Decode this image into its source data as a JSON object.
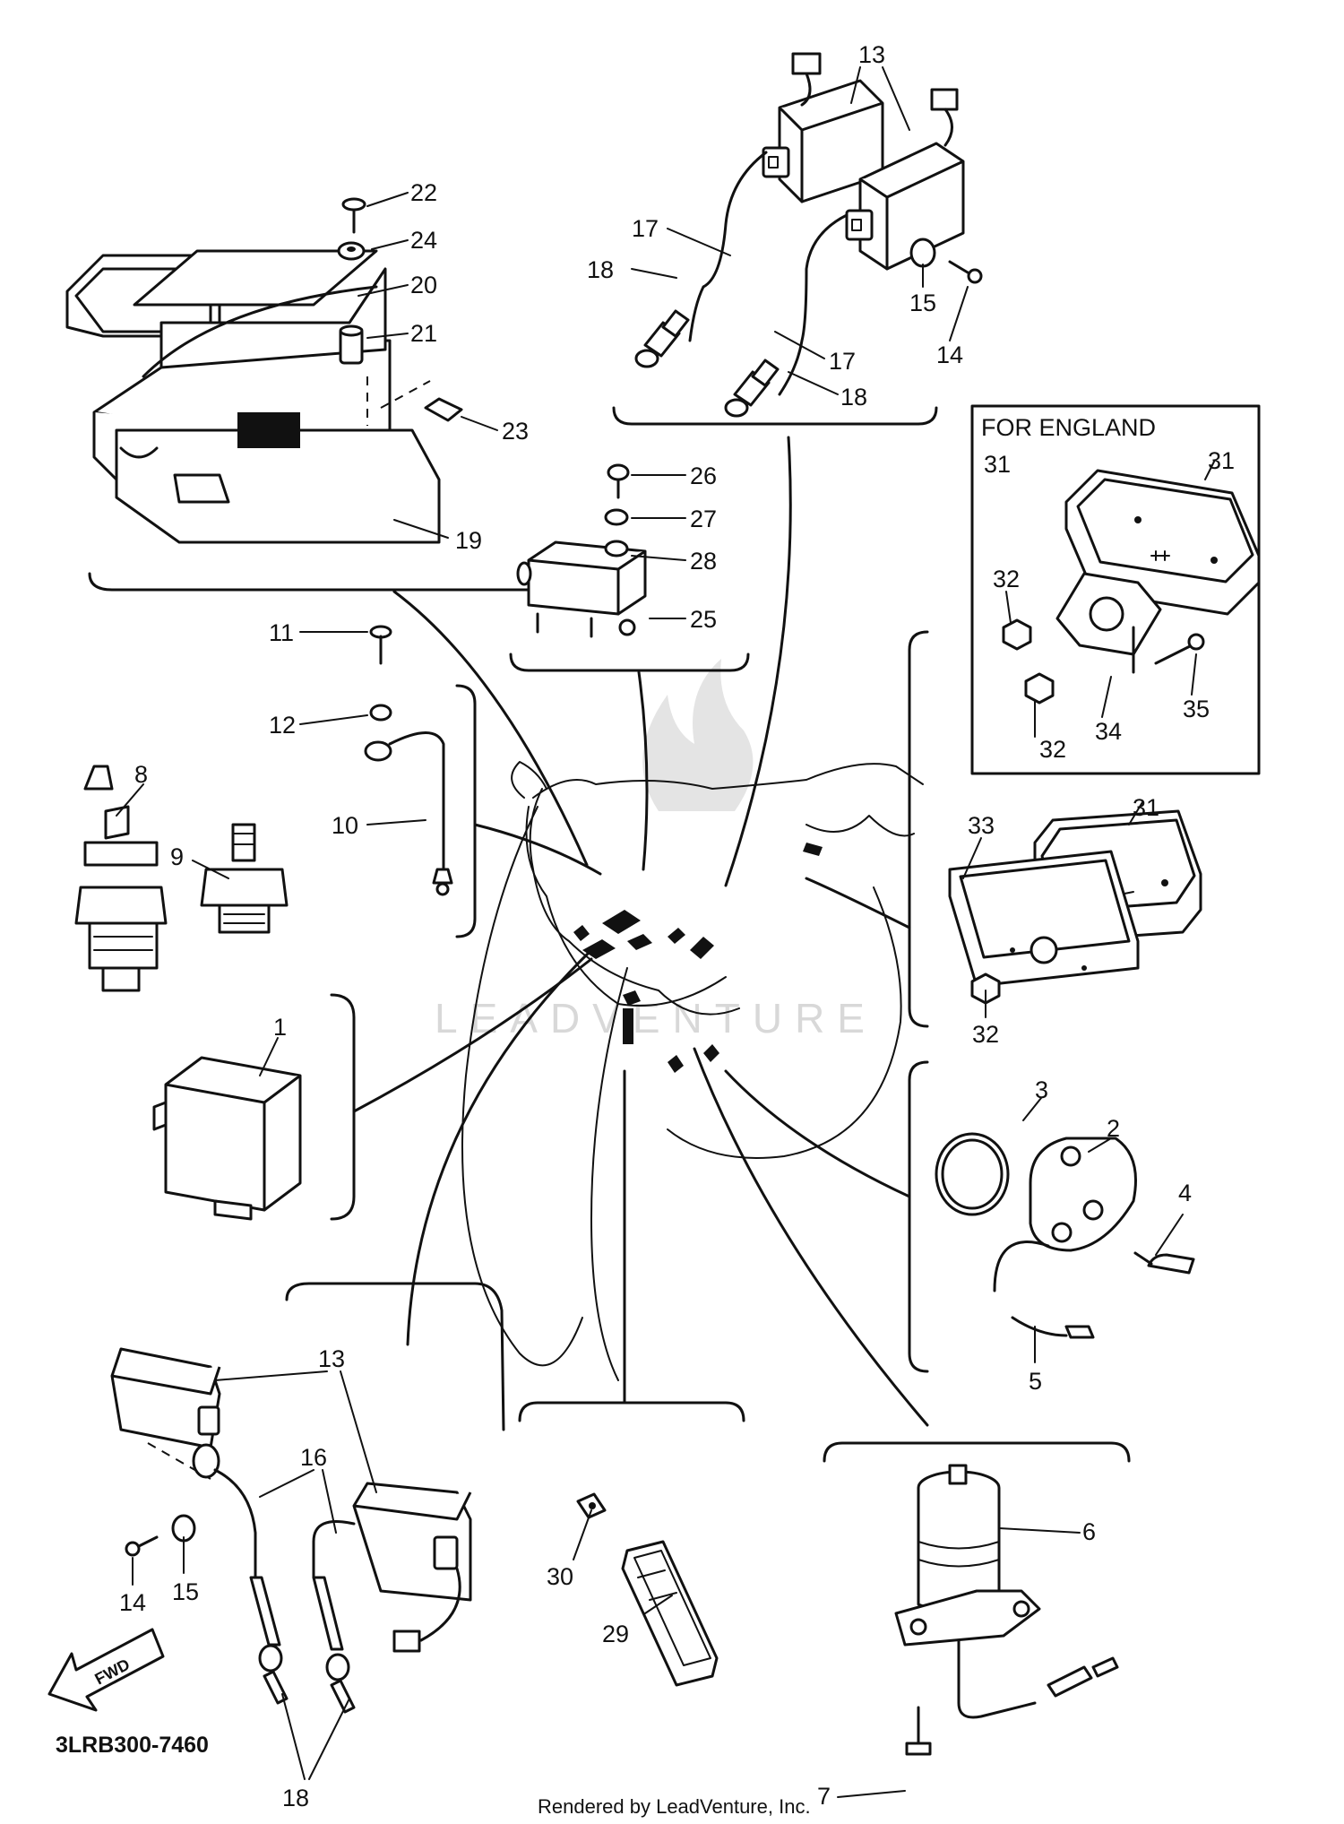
{
  "diagram": {
    "code": "3LRB300-7460",
    "footer": "Rendered by LeadVenture, Inc.",
    "watermark": "LEADVENTURE",
    "inset_title": "FOR ENGLAND",
    "direction_label": "FWD",
    "callouts": {
      "c1": "1",
      "c2": "2",
      "c3": "3",
      "c4": "4",
      "c5": "5",
      "c6": "6",
      "c7": "7",
      "c8": "8",
      "c9": "9",
      "c10": "10",
      "c11": "11",
      "c12": "12",
      "c13a": "13",
      "c13b": "13",
      "c14a": "14",
      "c14b": "14",
      "c15a": "15",
      "c15b": "15",
      "c16": "16",
      "c17a": "17",
      "c17b": "17",
      "c18a": "18",
      "c18b": "18",
      "c18c": "18",
      "c19": "19",
      "c20": "20",
      "c21": "21",
      "c22": "22",
      "c23": "23",
      "c24": "24",
      "c25": "25",
      "c26": "26",
      "c27": "27",
      "c28": "28",
      "c29": "29",
      "c30": "30",
      "c31a": "31",
      "c31b": "31",
      "c32a": "32",
      "c32b": "32",
      "c32c": "32",
      "c33": "33",
      "c34": "34",
      "c35": "35"
    }
  }
}
